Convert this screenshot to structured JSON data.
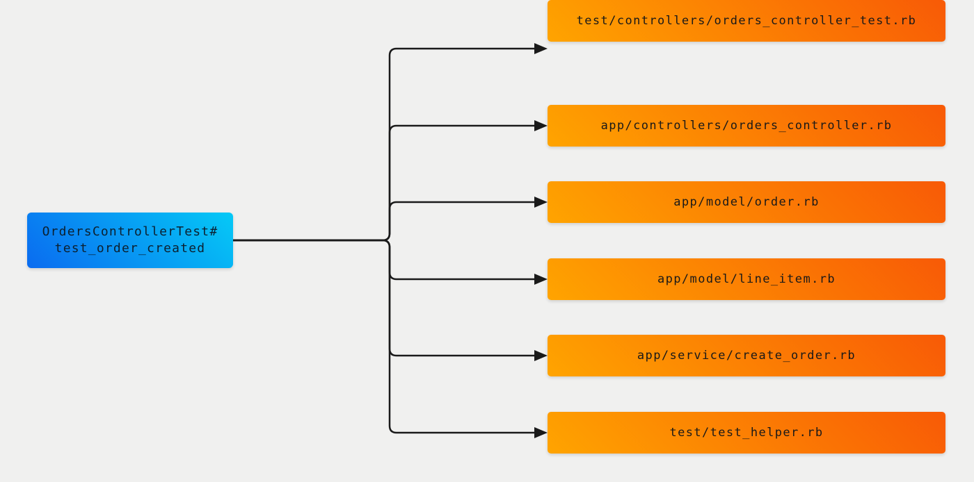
{
  "diagram": {
    "background_color": "#F0F0EF",
    "connector_color": "#1A1A1A",
    "root": {
      "label": "OrdersControllerTest#\ntest_order_created",
      "gradient_from": "#0A6BF0",
      "gradient_to": "#05C9F6"
    },
    "files": [
      {
        "label": "app/controllers/orders_controller.rb"
      },
      {
        "label": "app/model/order.rb"
      },
      {
        "label": "app/model/line_item.rb"
      },
      {
        "label": "app/service/create_order.rb"
      },
      {
        "label": "test/test_helper.rb"
      },
      {
        "label": "test/controllers/orders_controller_test.rb"
      }
    ],
    "file_gradient_from": "#FFA400",
    "file_gradient_to": "#F85A06"
  }
}
